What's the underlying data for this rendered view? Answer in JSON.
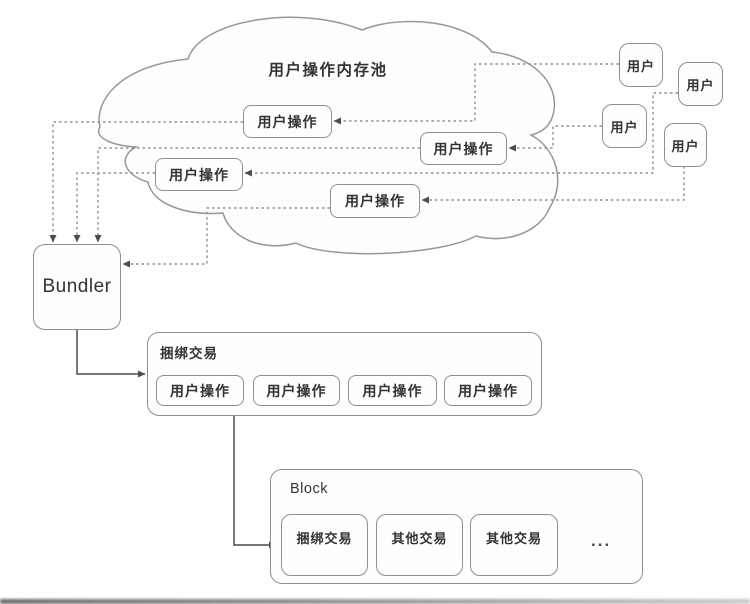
{
  "cloud": {
    "title": "用户操作内存池",
    "operations": [
      "用户操作",
      "用户操作",
      "用户操作",
      "用户操作"
    ]
  },
  "users": [
    "用户",
    "用户",
    "用户",
    "用户"
  ],
  "bundler": {
    "label": "Bundler"
  },
  "bundle_transaction": {
    "label": "捆绑交易",
    "operations": [
      "用户操作",
      "用户操作",
      "用户操作",
      "用户操作"
    ]
  },
  "block": {
    "label": "Block",
    "transactions": [
      "捆绑交易",
      "其他交易",
      "其他交易"
    ],
    "ellipsis": "..."
  },
  "colors": {
    "background": "#ffffff",
    "border": "#8f8f8f",
    "text": "#333333",
    "dashed_line": "#909090",
    "solid_line": "#4a4a4a"
  }
}
